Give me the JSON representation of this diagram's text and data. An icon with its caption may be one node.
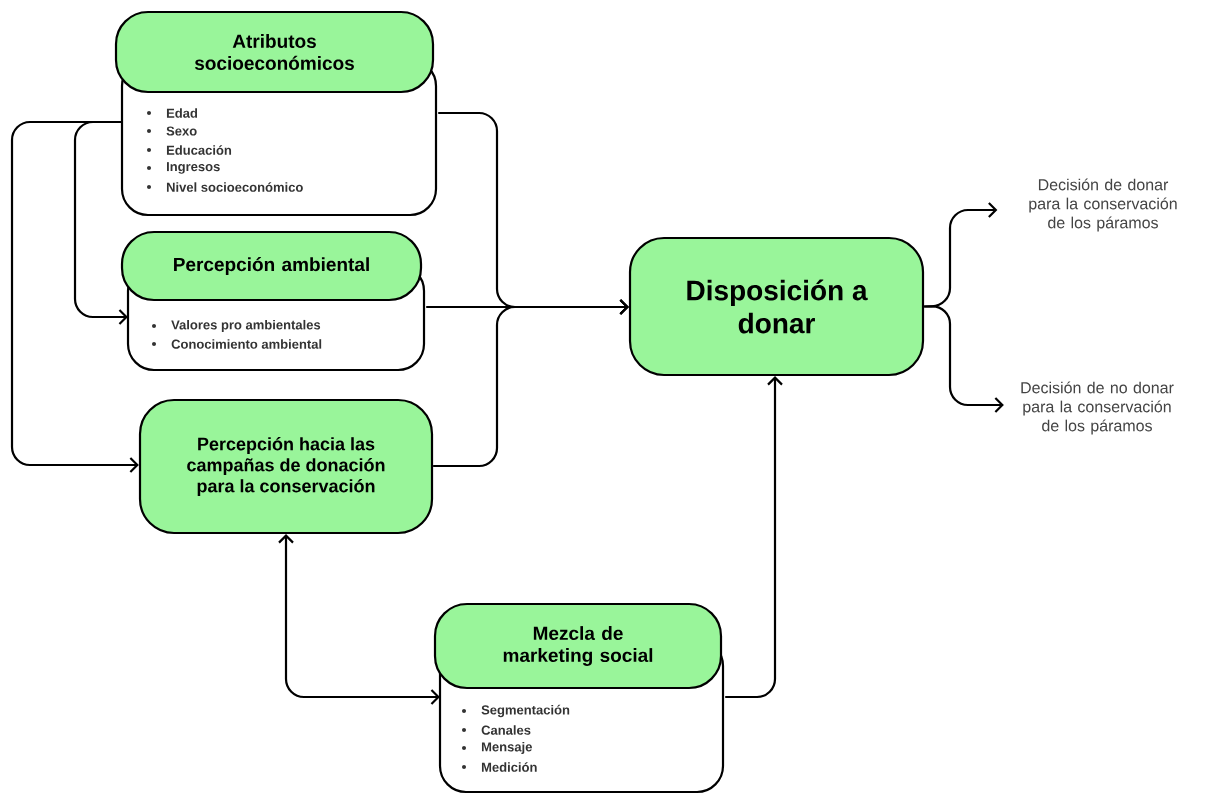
{
  "diagram": {
    "nodes": [
      {
        "text": [
          "Atributos socioeconómicos",
          "Edad",
          "Sexo",
          "Educación",
          "Ingresos",
          "Nivel socioeconómico"
        ]
      },
      {
        "text": [
          "Percepción ambiental",
          "Valores pro ambientales",
          "Conocimiento ambiental"
        ]
      },
      {
        "text": [
          "Percepción hacia las campañas de donación para la conservación"
        ]
      },
      {
        "text": [
          "Mezcla de marketing social",
          "Segmentación",
          "Canales",
          "Mensaje",
          "Medición"
        ]
      },
      {
        "text": [
          "Disposición a donar"
        ]
      },
      {
        "text": [
          "Decisión de donar para la conservación de los páramos"
        ]
      },
      {
        "text": [
          "Decisión de no donar para la conservación de los páramos"
        ]
      }
    ],
    "edges": [
      {
        "from": 0,
        "to": 4,
        "arrow": "to"
      },
      {
        "from": 1,
        "to": 4,
        "arrow": "to"
      },
      {
        "from": 2,
        "to": 4,
        "arrow": "to"
      },
      {
        "from": 0,
        "to": 1,
        "arrow": "to"
      },
      {
        "from": 0,
        "to": 2,
        "arrow": "to"
      },
      {
        "from": 2,
        "to": 3,
        "arrow": "both"
      },
      {
        "from": 3,
        "to": 4,
        "arrow": "to"
      },
      {
        "from": 4,
        "to": 5,
        "arrow": "to"
      },
      {
        "from": 4,
        "to": 6,
        "arrow": "to"
      }
    ]
  }
}
